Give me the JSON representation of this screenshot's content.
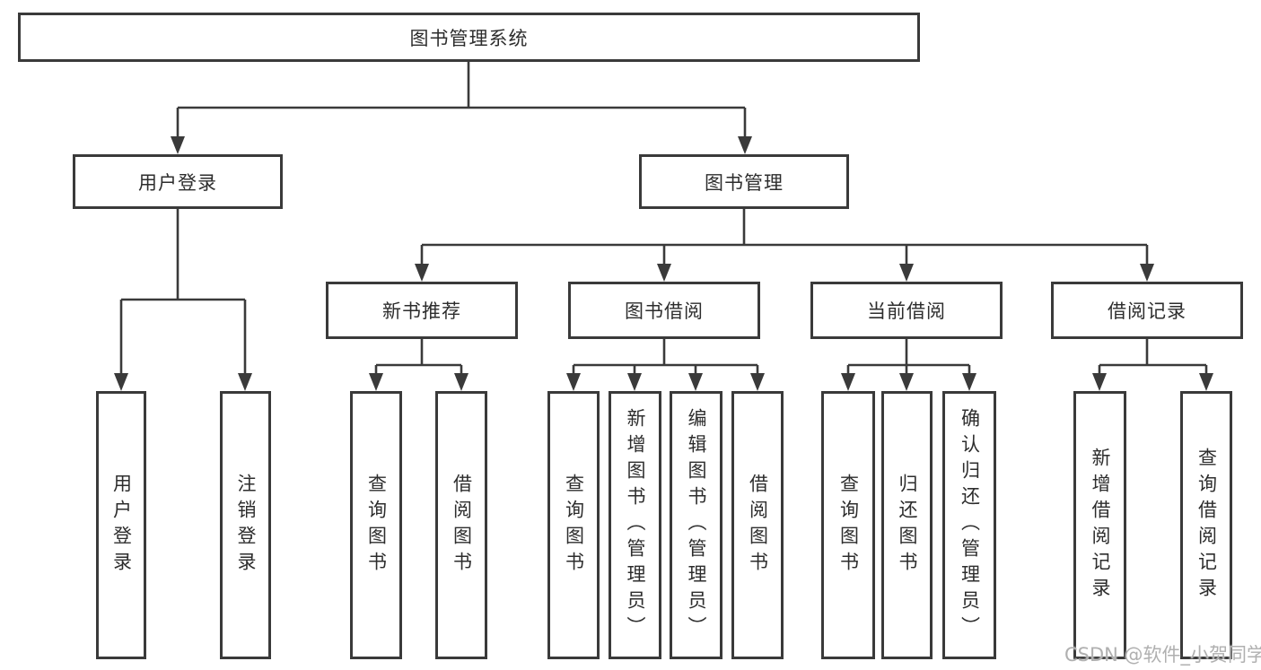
{
  "diagram": {
    "root": {
      "label": "图书管理系统"
    },
    "modules": [
      {
        "label": "用户登录",
        "features": [
          {
            "label": "用户登录"
          },
          {
            "label": "注销登录"
          }
        ]
      },
      {
        "label": "图书管理",
        "submodules": [
          {
            "label": "新书推荐",
            "features": [
              {
                "label": "查询图书"
              },
              {
                "label": "借阅图书"
              }
            ]
          },
          {
            "label": "图书借阅",
            "features": [
              {
                "label": "查询图书"
              },
              {
                "label": "新增图书（管理员）"
              },
              {
                "label": "编辑图书（管理员）"
              },
              {
                "label": "借阅图书"
              }
            ]
          },
          {
            "label": "当前借阅",
            "features": [
              {
                "label": "查询图书"
              },
              {
                "label": "归还图书"
              },
              {
                "label": "确认归还（管理员）"
              }
            ]
          },
          {
            "label": "借阅记录",
            "features": [
              {
                "label": "新增借阅记录"
              },
              {
                "label": "查询借阅记录"
              }
            ]
          }
        ]
      }
    ]
  },
  "watermark": {
    "text": "CSDN @软件_小贺同学"
  },
  "colors": {
    "line": "#3a3a3a",
    "text": "#2d2d2d",
    "background": "#ffffff",
    "watermark": "#b0b0b0"
  }
}
